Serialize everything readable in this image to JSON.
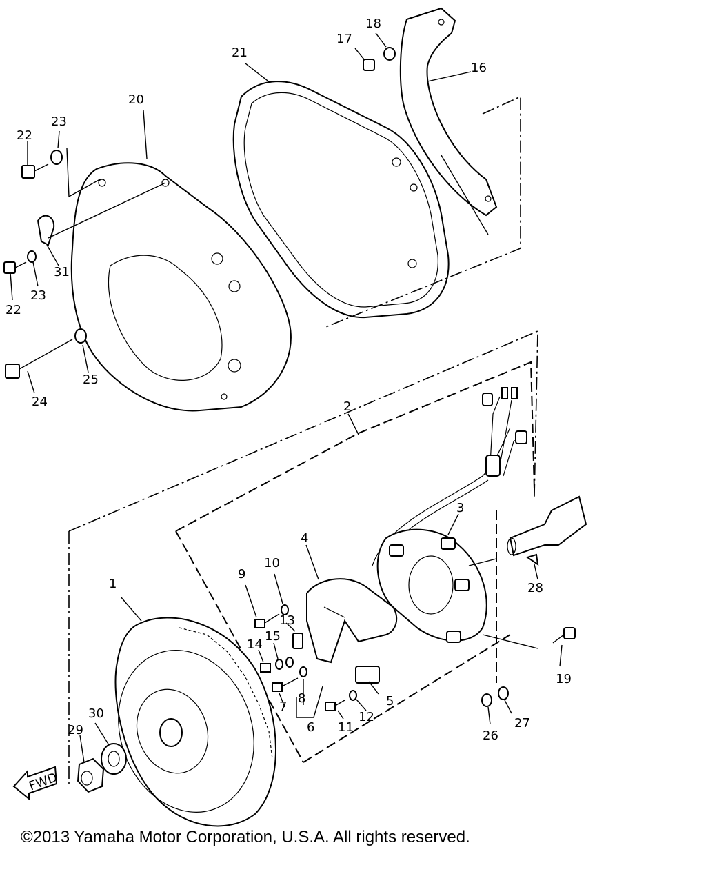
{
  "diagram": {
    "labels": {
      "p1": "1",
      "p2": "2",
      "p3": "3",
      "p4": "4",
      "p5": "5",
      "p6": "6",
      "p7": "7",
      "p8": "8",
      "p9": "9",
      "p10": "10",
      "p11": "11",
      "p12": "12",
      "p13": "13",
      "p14": "14",
      "p15": "15",
      "p16": "16",
      "p17": "17",
      "p18": "18",
      "p19": "19",
      "p20": "20",
      "p21": "21",
      "p22a": "22",
      "p22b": "22",
      "p23a": "23",
      "p23b": "23",
      "p24": "24",
      "p25": "25",
      "p26": "26",
      "p27": "27",
      "p28": "28",
      "p29": "29",
      "p30": "30",
      "p31": "31"
    },
    "fwd_arrow": "FWD"
  },
  "footer": {
    "copyright": "©2013 Yamaha Motor Corporation, U.S.A. All rights reserved."
  }
}
